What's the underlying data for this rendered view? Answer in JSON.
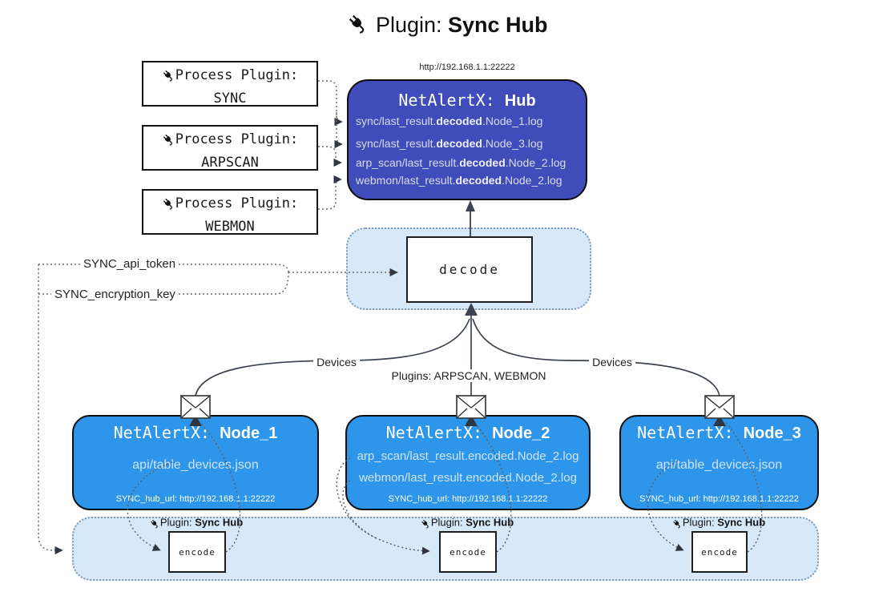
{
  "title": {
    "prefix": "Plugin: ",
    "bold": "Sync Hub"
  },
  "process_plugins": [
    {
      "label": "Process Plugin:",
      "name": "SYNC"
    },
    {
      "label": "Process Plugin:",
      "name": "ARPSCAN"
    },
    {
      "label": "Process Plugin:",
      "name": "WEBMON"
    }
  ],
  "hub": {
    "url": "http://192.168.1.1:22222",
    "title_prefix": "NetAlertX: ",
    "title_name": "Hub",
    "logs": [
      {
        "pre": "sync/last_result.",
        "bold": "decoded",
        "post": ".Node_1.log"
      },
      {
        "pre": "sync/last_result.",
        "bold": "decoded",
        "post": ".Node_3.log"
      },
      {
        "pre": "arp_scan/last_result.",
        "bold": "decoded",
        "post": ".Node_2.log"
      },
      {
        "pre": "webmon/last_result.",
        "bold": "decoded",
        "post": ".Node_2.log"
      }
    ]
  },
  "decode": {
    "label": "decode"
  },
  "settings": {
    "api_token": "SYNC_api_token",
    "encryption_key": "SYNC_encryption_key"
  },
  "edges": {
    "devices_left": "Devices",
    "devices_right": "Devices",
    "plugins_middle": "Plugins: ARPSCAN, WEBMON"
  },
  "nodes": [
    {
      "title_prefix": "NetAlertX: ",
      "title_name": "Node_1",
      "files": [
        "api/table_devices.json"
      ],
      "hub_url": "SYNC_hub_url: http://192.168.1.1:22222"
    },
    {
      "title_prefix": "NetAlertX: ",
      "title_name": "Node_2",
      "files": [
        "arp_scan/last_result.encoded.Node_2.log",
        "webmon/last_result.encoded.Node_2.log"
      ],
      "hub_url": "SYNC_hub_url: http://192.168.1.1:22222"
    },
    {
      "title_prefix": "NetAlertX: ",
      "title_name": "Node_3",
      "files": [
        "api/table_devices.json"
      ],
      "hub_url": "SYNC_hub_url: http://192.168.1.1:22222"
    }
  ],
  "encoders": [
    {
      "plugin_prefix": "Plugin: ",
      "plugin_bold": "Sync Hub",
      "label": "encode"
    },
    {
      "plugin_prefix": "Plugin: ",
      "plugin_bold": "Sync Hub",
      "label": "encode"
    },
    {
      "plugin_prefix": "Plugin: ",
      "plugin_bold": "Sync Hub",
      "label": "encode"
    }
  ],
  "colors": {
    "hub_fill": "#3f4cba",
    "node_fill": "#2e96ea",
    "panel_fill": "#d7e8f9",
    "box_border": "#111111",
    "line": "#3c4250"
  }
}
